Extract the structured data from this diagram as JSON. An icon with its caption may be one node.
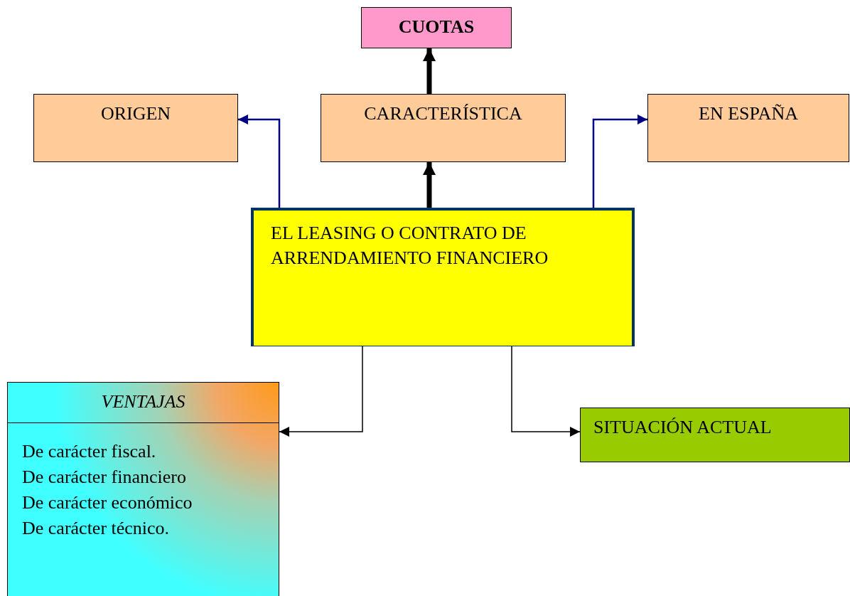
{
  "diagram": {
    "nodes": [
      {
        "text": [
          "CUOTAS"
        ]
      },
      {
        "text": [
          "ORIGEN"
        ]
      },
      {
        "text": [
          "CARACTERÍSTICA"
        ]
      },
      {
        "text": [
          "EN ESPAÑA"
        ]
      },
      {
        "text": [
          "EL LEASING O CONTRATO DE ARRENDAMIENTO FINANCIERO"
        ]
      },
      {
        "text": [
          "VENTAJAS",
          "De carácter fiscal.",
          "De carácter financiero",
          "De carácter económico",
          "De carácter técnico."
        ]
      },
      {
        "text": [
          "SITUACIÓN ACTUAL"
        ]
      }
    ],
    "edges": [
      {
        "from": 2,
        "to": 0,
        "arrow": "to",
        "style": "thick"
      },
      {
        "from": 4,
        "to": 2,
        "arrow": "to",
        "style": "thick"
      },
      {
        "from": 4,
        "to": 1,
        "arrow": "to",
        "color": "#000080"
      },
      {
        "from": 4,
        "to": 3,
        "arrow": "to",
        "color": "#000080"
      },
      {
        "from": 4,
        "to": 5,
        "arrow": "to"
      },
      {
        "from": 4,
        "to": 6,
        "arrow": "to"
      }
    ]
  }
}
